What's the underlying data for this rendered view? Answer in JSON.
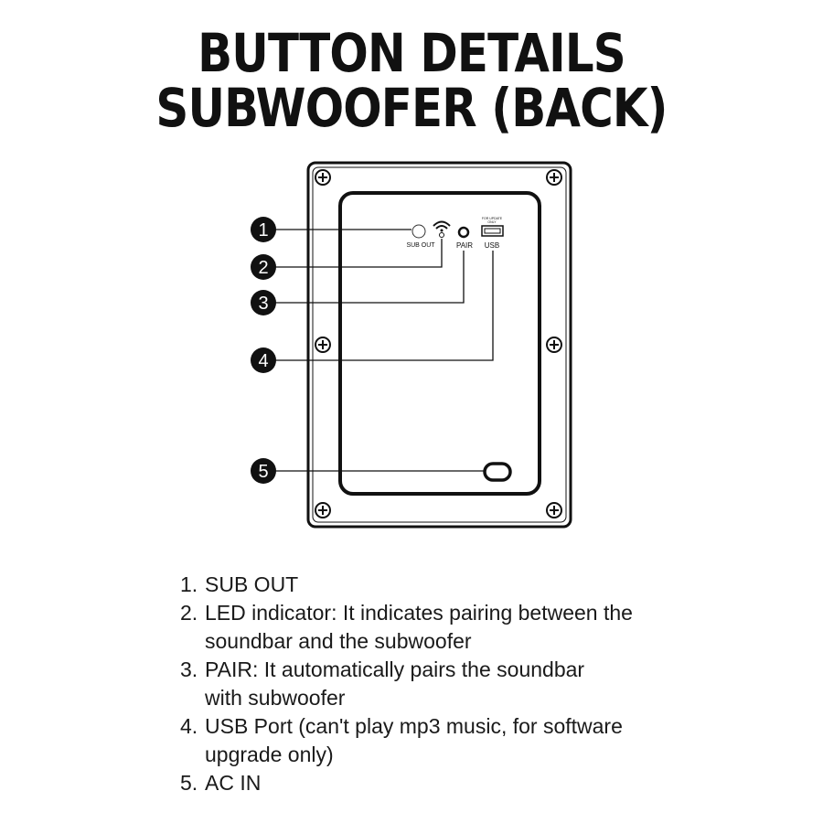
{
  "title": {
    "line1": "BUTTON DETAILS",
    "line2": "SUBWOOFER (BACK)"
  },
  "panel_labels": {
    "sub_out": "SUB OUT",
    "pair": "PAIR",
    "usb": "USB",
    "usb_note_line1": "FOR UPDATE",
    "usb_note_line2": "ONLY"
  },
  "callouts": [
    "1",
    "2",
    "3",
    "4",
    "5"
  ],
  "descriptions": [
    {
      "num": "1.",
      "text": "SUB OUT"
    },
    {
      "num": "2.",
      "text": "LED indicator: It indicates pairing between the soundbar and the subwoofer"
    },
    {
      "num": "3.",
      "text": "PAIR: It automatically pairs the soundbar with subwoofer"
    },
    {
      "num": "4.",
      "text": "USB Port (can't play mp3 music, for software upgrade only)"
    },
    {
      "num": "5.",
      "text": "AC IN"
    }
  ],
  "colors": {
    "ink": "#111111",
    "panel": "#ffffff"
  }
}
